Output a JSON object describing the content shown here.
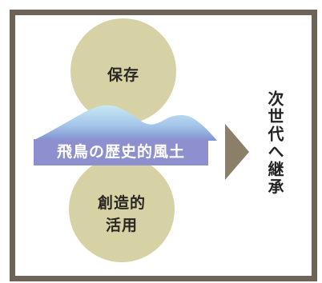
{
  "nodes": {
    "preserve": "保存",
    "creative_use": "創造的\n活用",
    "asuka_band": "飛鳥の歴史的風土",
    "result": "次世代へ継承"
  },
  "colors": {
    "frame": "#6e6357",
    "circle": "#d7d1a6",
    "band": "#8d8fcf",
    "mountain_light": "#c2e4ee",
    "mountain_dark": "#7f91cf",
    "arrow": "#8b7f6a"
  }
}
